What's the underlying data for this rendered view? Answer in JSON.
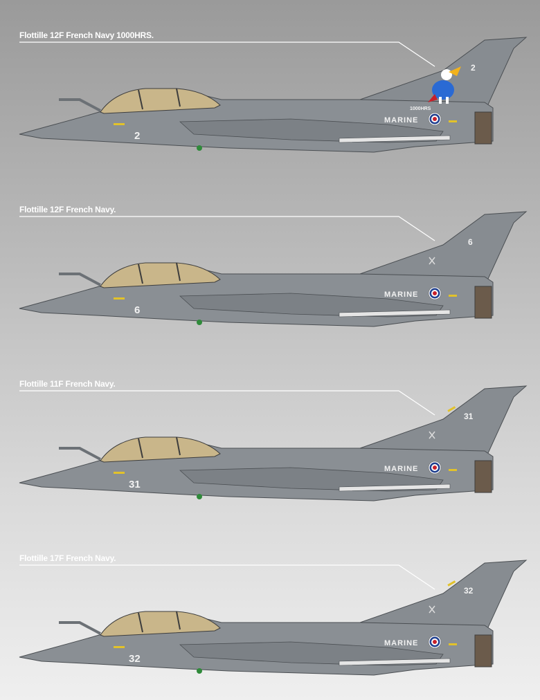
{
  "profiles": [
    {
      "caption": "Flottille 12F French Navy 1000HRS.",
      "marine": "MARINE",
      "nose_number": "2",
      "tail_number": "2",
      "special_marking": "1000HRS"
    },
    {
      "caption": "Flottille 12F French Navy.",
      "marine": "MARINE",
      "nose_number": "6",
      "tail_number": "6"
    },
    {
      "caption": "Flottille 11F French Navy.",
      "marine": "MARINE",
      "nose_number": "31",
      "tail_number": "31"
    },
    {
      "caption": "Flottille 17F French Navy.",
      "marine": "MARINE",
      "nose_number": "32",
      "tail_number": "32"
    }
  ],
  "colors": {
    "airframe": "#8a8f94",
    "airframe_dark": "#6c7176",
    "panel_line": "#4a4e52",
    "canopy": "#c9b68a",
    "roundel_blue": "#1f3f8f",
    "roundel_red": "#c8202a",
    "caption_text": "#ffffff",
    "exhaust": "#6b5b4b"
  },
  "icons": {
    "mascot": "cartoon-bird-mascot-icon",
    "roundel": "french-navy-roundel-icon",
    "anchor": "anchor-icon"
  }
}
